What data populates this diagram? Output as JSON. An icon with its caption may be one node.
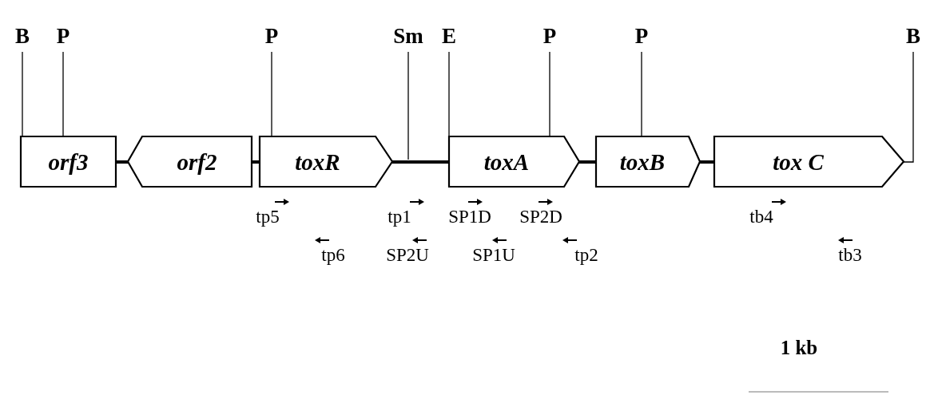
{
  "diagram": {
    "nodes": [
      {
        "text": [
          "B"
        ]
      },
      {
        "text": [
          "P"
        ]
      },
      {
        "text": [
          "P"
        ]
      },
      {
        "text": [
          "Sm"
        ]
      },
      {
        "text": [
          "E"
        ]
      },
      {
        "text": [
          "P"
        ]
      },
      {
        "text": [
          "P"
        ]
      },
      {
        "text": [
          "B"
        ]
      },
      {
        "text": [
          "orf3"
        ]
      },
      {
        "text": [
          "orf2"
        ]
      },
      {
        "text": [
          "toxR"
        ]
      },
      {
        "text": [
          "toxA"
        ]
      },
      {
        "text": [
          "toxB"
        ]
      },
      {
        "text": [
          "tox C"
        ]
      }
    ],
    "edges": [
      {
        "from": 0,
        "to": 8,
        "arrow": "none"
      },
      {
        "from": 1,
        "to": 8,
        "arrow": "none"
      },
      {
        "from": 2,
        "to": 10,
        "arrow": "none"
      },
      {
        "from": 3,
        "to": null,
        "arrow": "none"
      },
      {
        "from": 4,
        "to": 11,
        "arrow": "none"
      },
      {
        "from": 5,
        "to": 11,
        "arrow": "none"
      },
      {
        "from": 6,
        "to": 12,
        "arrow": "none"
      },
      {
        "from": 7,
        "to": 13,
        "arrow": "none"
      },
      {
        "from": 8,
        "to": 9,
        "arrow": "none",
        "style": "thick"
      },
      {
        "from": 9,
        "to": 10,
        "arrow": "none",
        "style": "thick"
      },
      {
        "from": 10,
        "to": 11,
        "arrow": "none",
        "style": "thick"
      },
      {
        "from": 11,
        "to": 12,
        "arrow": "none",
        "style": "thick"
      },
      {
        "from": 12,
        "to": 13,
        "arrow": "none",
        "style": "thick"
      }
    ],
    "labels": [
      "tp5",
      "tp1",
      "SP1D",
      "SP2D",
      "tb4",
      "tp6",
      "SP2U",
      "SP1U",
      "tp2",
      "tb3",
      "1 kb"
    ]
  }
}
